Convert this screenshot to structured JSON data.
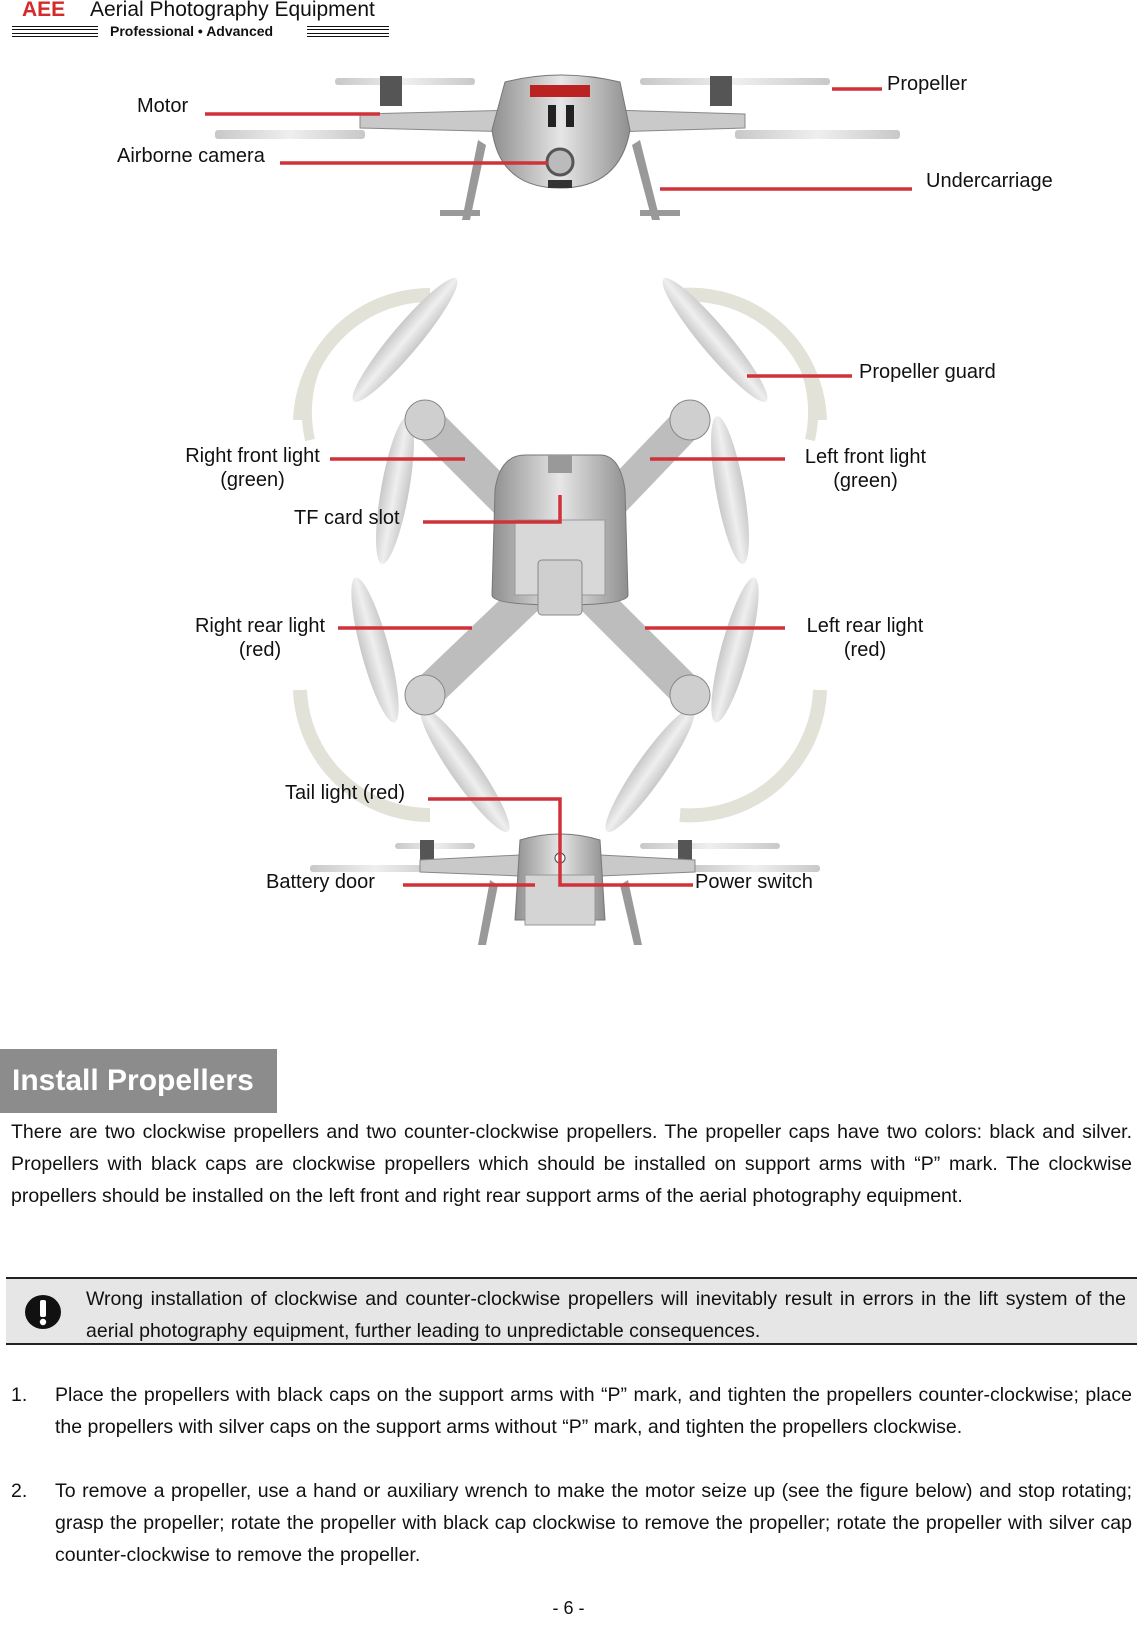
{
  "header": {
    "brand": "AEE",
    "title": "Aerial Photography Equipment",
    "tagline": "Professional • Advanced"
  },
  "figure": {
    "labels": {
      "motor": "Motor",
      "airborne_camera": "Airborne camera",
      "propeller": "Propeller",
      "undercarriage": "Undercarriage",
      "propeller_guard": "Propeller guard",
      "right_front_light": "Right front light",
      "right_front_light_color": "(green)",
      "left_front_light": "Left front light",
      "left_front_light_color": "(green)",
      "tf_card_slot": "TF card slot",
      "right_rear_light": "Right rear light",
      "right_rear_light_color": "(red)",
      "left_rear_light": "Left rear light",
      "left_rear_light_color": "(red)",
      "tail_light": "Tail light (red)",
      "battery_door": "Battery door",
      "power_switch": "Power switch"
    },
    "leader_color": "#d0323a"
  },
  "section": {
    "title": "Install Propellers",
    "intro": "There are two clockwise propellers and two counter-clockwise propellers. The propeller caps have two colors: black and silver. Propellers with black caps are clockwise propellers which should be installed on support arms with “P” mark. The clockwise propellers should be installed on the left front and right rear support arms of the aerial photography equipment.",
    "warning": "Wrong installation of clockwise and counter-clockwise propellers will inevitably result in errors in the lift system of the aerial photography equipment, further leading to unpredictable consequences.",
    "steps": [
      {
        "num": "1.",
        "text": "Place the propellers with black caps on the support arms with “P” mark, and tighten the propellers counter-clockwise; place the propellers with silver caps on the support arms without “P” mark, and tighten the propellers clockwise."
      },
      {
        "num": "2.",
        "text": "To remove a propeller, use a hand or auxiliary wrench to make the motor seize up (see the figure below) and stop rotating; grasp the propeller; rotate the propeller with black cap clockwise to remove the propeller; rotate the propeller with silver cap counter-clockwise to remove the propeller."
      }
    ]
  },
  "footer": {
    "page_number": "- 6 -"
  }
}
